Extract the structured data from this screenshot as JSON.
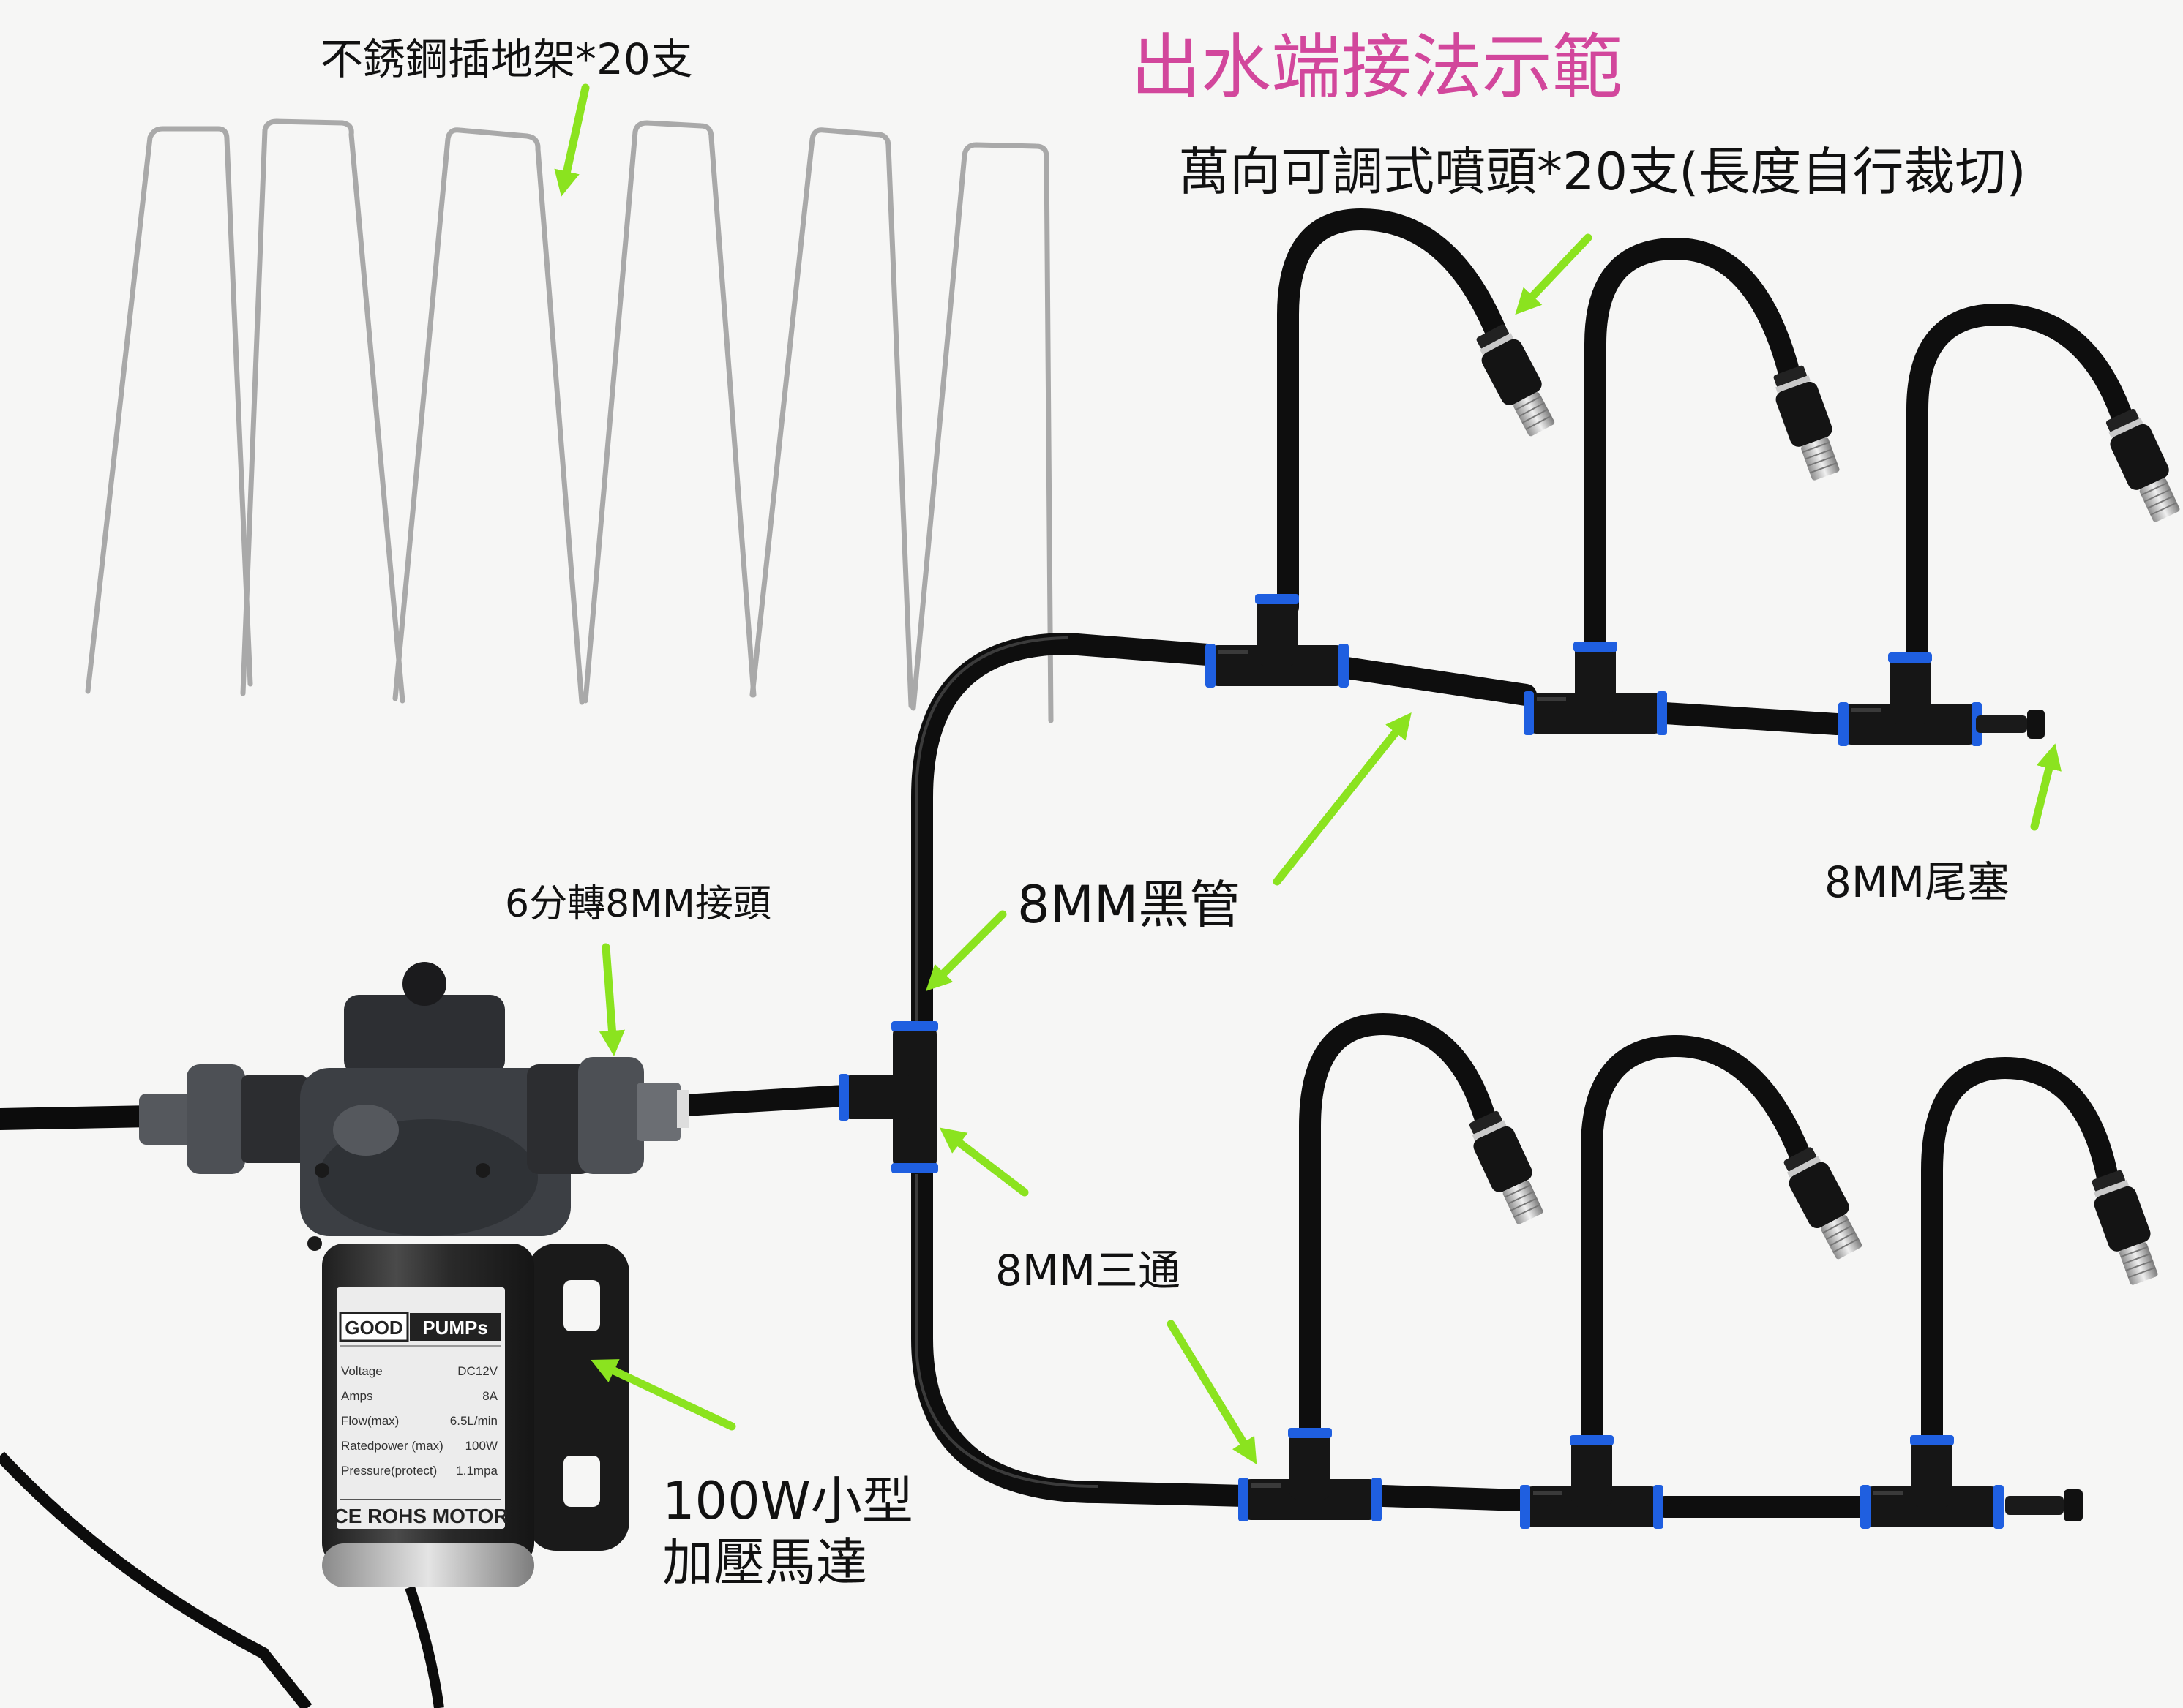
{
  "title": "出水端接法示範",
  "labels": {
    "stakes": "不銹鋼插地架*20支",
    "nozzles": "萬向可調式噴頭*20支(長度自行裁切)",
    "end_plug": "8MM尾塞",
    "black_tube": "8MM黑管",
    "adapter": "6分轉8MM接頭",
    "tee": "8MM三通",
    "pump": "100W小型\n加壓馬達"
  },
  "pump_plate": {
    "brand_left": "GOOD",
    "brand_right": "PUMPs",
    "specs": [
      {
        "key": "Voltage",
        "val": "DC12V"
      },
      {
        "key": "Amps",
        "val": "8A"
      },
      {
        "key": "Flow(max)",
        "val": "6.5L/min"
      },
      {
        "key": "Ratedpower (max)",
        "val": "100W"
      },
      {
        "key": "Pressure(protect)",
        "val": "1.1mpa"
      }
    ],
    "cert": "CE ROHS MOTOR"
  },
  "colors": {
    "title": "#d2479c",
    "arrow": "#8be31f",
    "tube": "#0e0e0e",
    "ring": "#1f5fe0",
    "pump_body": "#4a4d52",
    "steel": "#a9a9a9"
  }
}
